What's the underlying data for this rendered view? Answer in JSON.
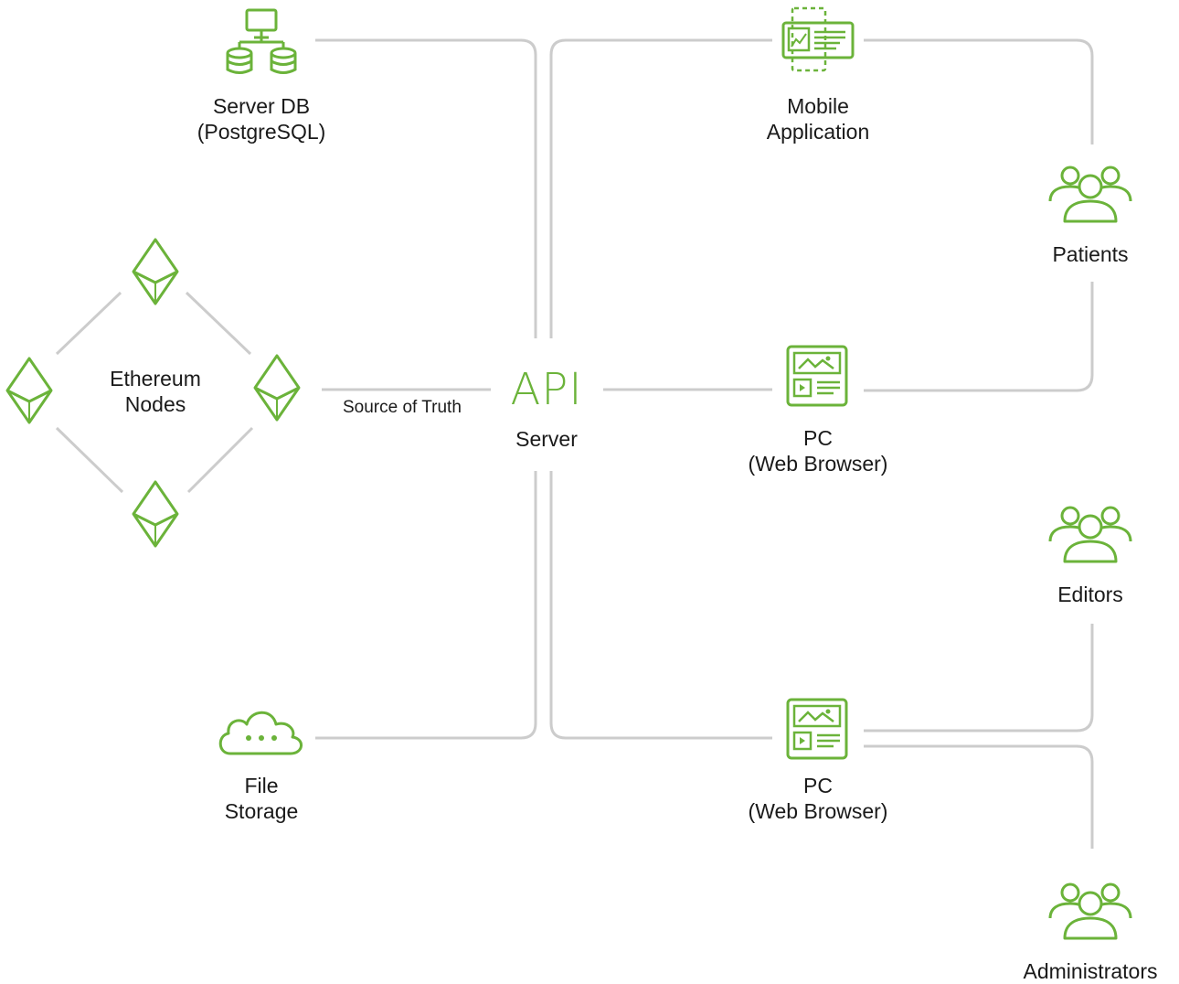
{
  "nodes": {
    "server_db": {
      "line1": "Server DB",
      "line2": "(PostgreSQL)"
    },
    "ethereum": {
      "line1": "Ethereum",
      "line2": "Nodes"
    },
    "source_of_truth": "Source of Truth",
    "api": {
      "title": "API",
      "subtitle": "Server"
    },
    "file_storage": {
      "line1": "File",
      "line2": "Storage"
    },
    "mobile_app": {
      "line1": "Mobile",
      "line2": "Application"
    },
    "pc_top": {
      "line1": "PC",
      "line2": "(Web Browser)"
    },
    "pc_bottom": {
      "line1": "PC",
      "line2": "(Web Browser)"
    },
    "patients": "Patients",
    "editors": "Editors",
    "administrators": "Administrators"
  },
  "colors": {
    "accent": "#6bb33a",
    "connector": "#cccccc",
    "text": "#1a1a1a"
  },
  "icons": [
    "database-icon",
    "ethereum-icon",
    "cloud-icon",
    "mobile-app-icon",
    "browser-icon",
    "users-icon"
  ]
}
